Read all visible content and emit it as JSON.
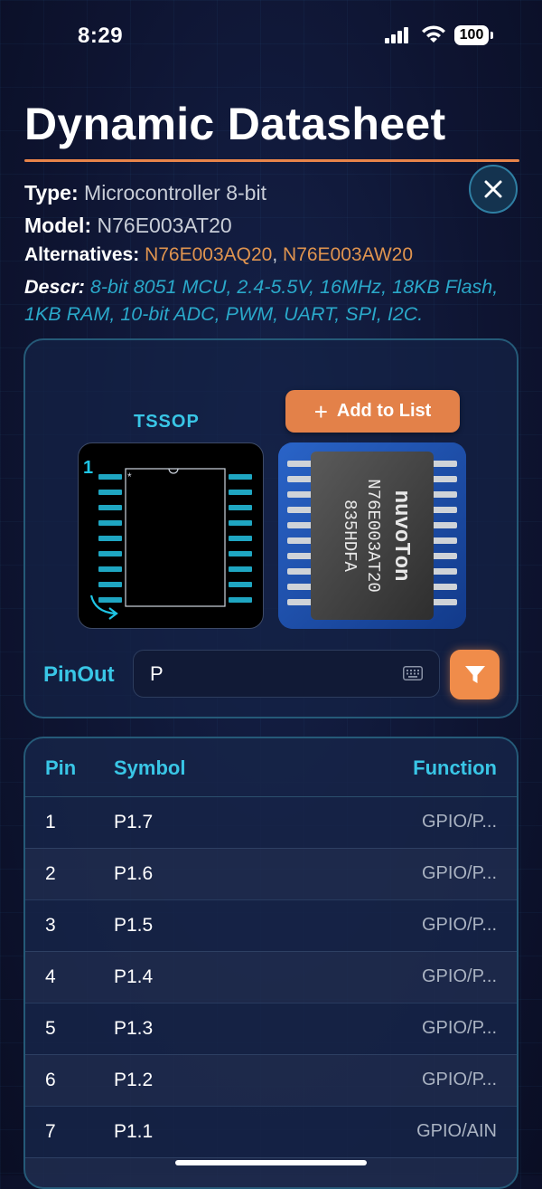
{
  "status_bar": {
    "time": "8:29",
    "battery": "100"
  },
  "header": {
    "title": "Dynamic Datasheet"
  },
  "info": {
    "type_label": "Type:",
    "type_value": "Microcontroller 8-bit",
    "model_label": "Model:",
    "model_value": "N76E003AT20",
    "alternatives_label": "Alternatives:",
    "alternatives": [
      "N76E003AQ20",
      "N76E003AW20"
    ],
    "alt_separator": ",",
    "descr_label": "Descr:",
    "descr_value": "8-bit 8051 MCU, 2.4-5.5V, 16MHz, 18KB Flash, 1KB RAM, 10-bit ADC, PWM, UART, SPI, I2C."
  },
  "package": {
    "name": "TSSOP",
    "add_button_label": "Add to List",
    "pin1_marker": "1",
    "chip_marking": [
      "nuvoTon",
      "N76E003AT20",
      "835HDFA"
    ]
  },
  "pinout": {
    "label": "PinOut",
    "search_value": "P",
    "search_placeholder": ""
  },
  "table": {
    "headers": {
      "pin": "Pin",
      "symbol": "Symbol",
      "function": "Function"
    },
    "rows": [
      {
        "pin": "1",
        "symbol": "P1.7",
        "function": "GPIO/P..."
      },
      {
        "pin": "2",
        "symbol": "P1.6",
        "function": "GPIO/P..."
      },
      {
        "pin": "3",
        "symbol": "P1.5",
        "function": "GPIO/P..."
      },
      {
        "pin": "4",
        "symbol": "P1.4",
        "function": "GPIO/P..."
      },
      {
        "pin": "5",
        "symbol": "P1.3",
        "function": "GPIO/P..."
      },
      {
        "pin": "6",
        "symbol": "P1.2",
        "function": "GPIO/P..."
      },
      {
        "pin": "7",
        "symbol": "P1.1",
        "function": "GPIO/AIN"
      }
    ]
  },
  "icons": {
    "close": "close-icon",
    "filter": "filter-icon",
    "keyboard": "keyboard-icon",
    "add": "plus-icon",
    "rotate": "rotate-arrow-icon"
  },
  "colors": {
    "accent": "#e38149",
    "cyan": "#39c6e6",
    "background": "#0f1430"
  }
}
